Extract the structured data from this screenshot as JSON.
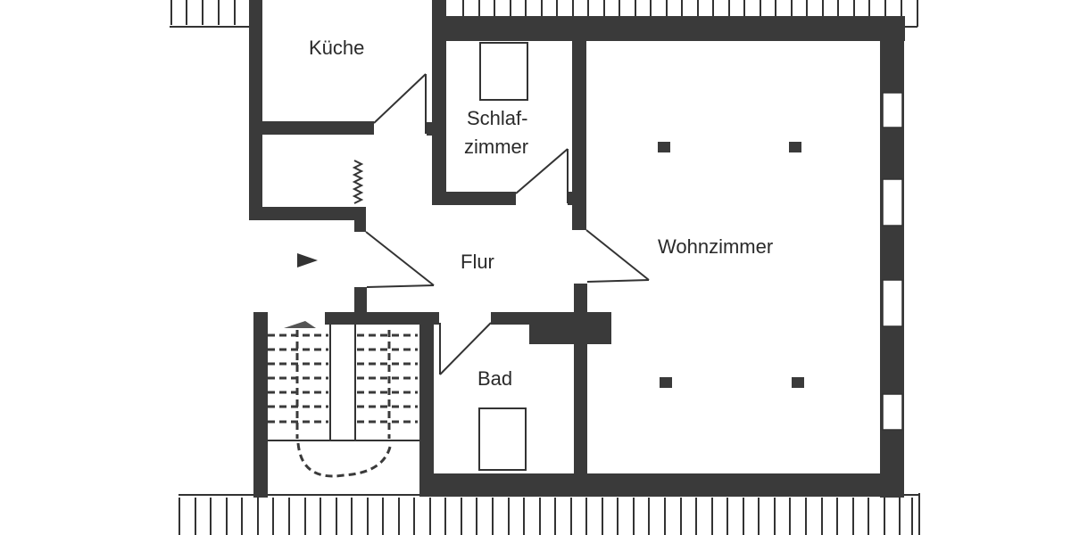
{
  "plan": {
    "type": "floor plan",
    "rooms": [
      {
        "id": "kueche",
        "label": "Küche"
      },
      {
        "id": "schlafzimmer",
        "label_line1": "Schlaf-",
        "label_line2": "zimmer"
      },
      {
        "id": "flur",
        "label": "Flur"
      },
      {
        "id": "wohnzimmer",
        "label": "Wohnzimmer"
      },
      {
        "id": "bad",
        "label": "Bad"
      }
    ],
    "symbols": {
      "entrance": "entrance-arrow-icon",
      "staircase": "staircase",
      "columns": 4,
      "windows_right_wall": 4
    },
    "colors": {
      "wall": "#3a3a3a",
      "background": "#ffffff",
      "text": "#2a2a2a"
    }
  }
}
